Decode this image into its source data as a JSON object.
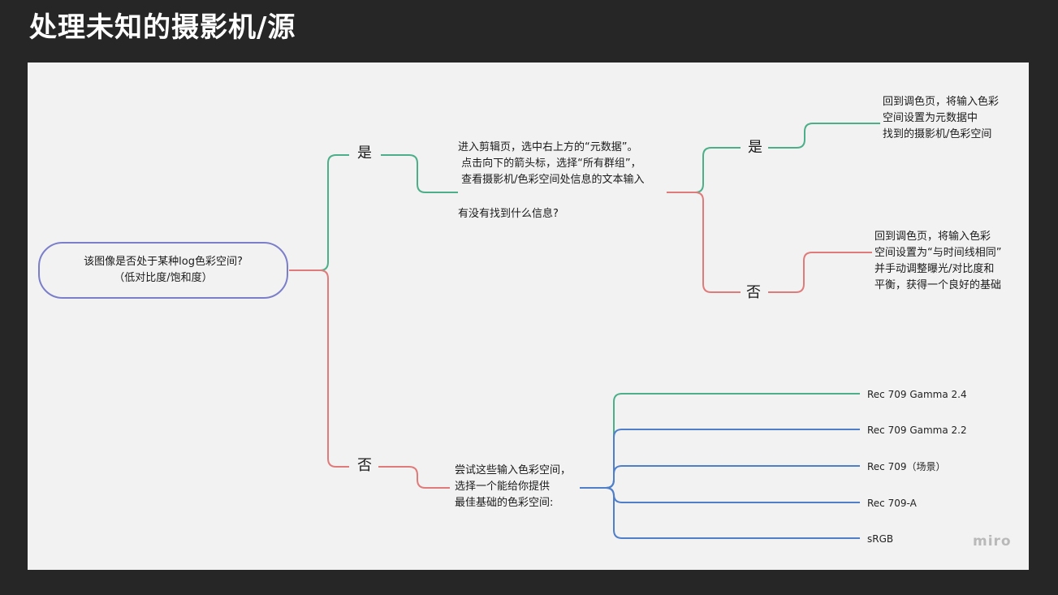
{
  "page": {
    "title": "处理未知的摄影机/源"
  },
  "root": {
    "question": "该图像是否处于某种log色彩空间?\n（低对比度/饱和度）"
  },
  "branch_yes": {
    "label": "是",
    "instruction": "进入剪辑页，选中右上方的“元数据”。\n 点击向下的箭头标，选择“所有群组”，\n 查看摄影机/色彩空间处信息的文本输入",
    "question": "有没有找到什么信息?",
    "sub_yes_label": "是",
    "sub_yes_text": "回到调色页，将输入色彩\n空间设置为元数据中\n找到的摄影机/色彩空间",
    "sub_no_label": "否",
    "sub_no_text": "回到调色页，将输入色彩\n空间设置为“与时间线相同”\n并手动调整曝光/对比度和\n平衡，获得一个良好的基础"
  },
  "branch_no": {
    "label": "否",
    "instruction": "尝试这些输入色彩空间，\n选择一个能给你提供\n最佳基础的色彩空间:",
    "options": [
      "Rec 709 Gamma 2.4",
      "Rec 709 Gamma 2.2",
      "Rec 709（场景）",
      "Rec 709-A",
      "sRGB"
    ]
  },
  "watermark": "miro",
  "colors": {
    "yes_line": "#4caf8a",
    "no_line": "#e07b7b",
    "option_line": "#4f7fc9",
    "root_border": "#7b7fc9"
  }
}
